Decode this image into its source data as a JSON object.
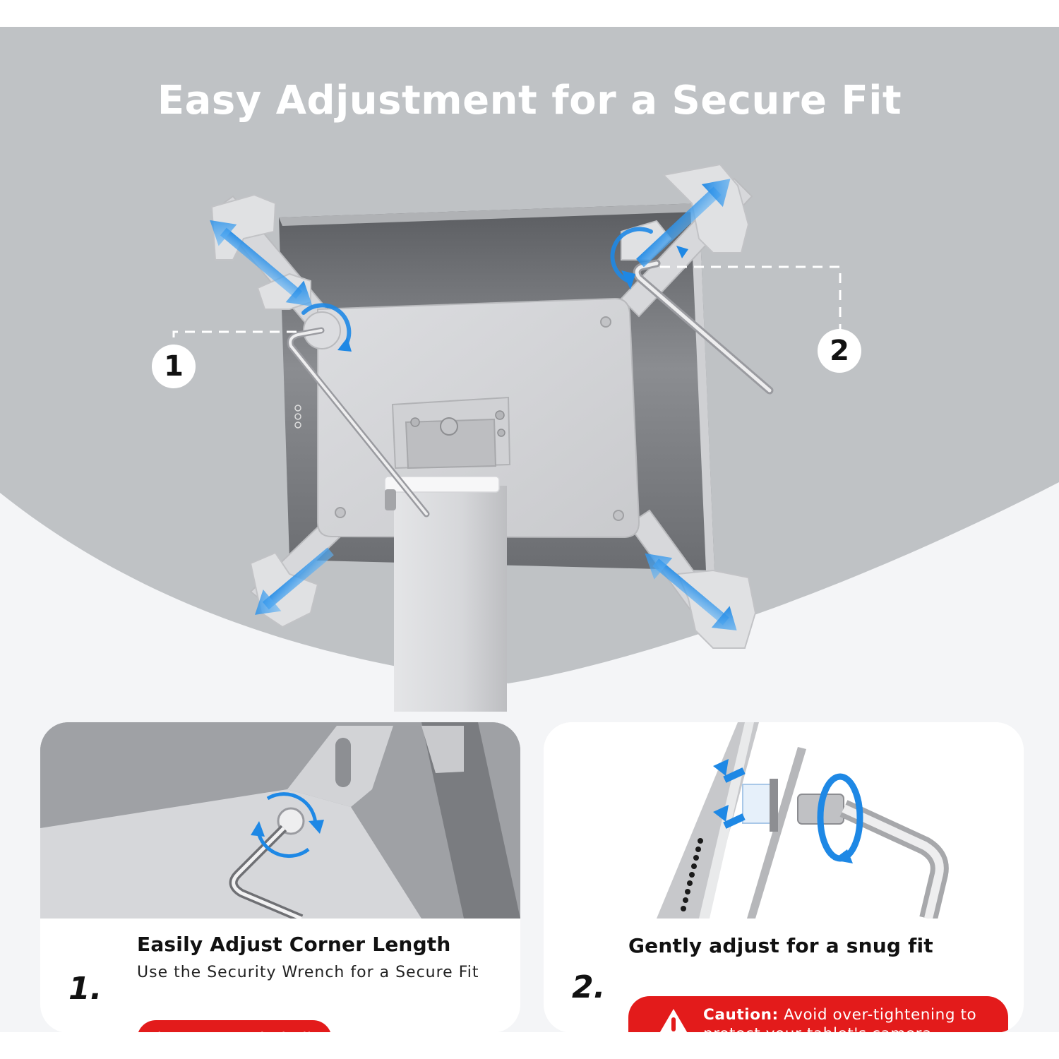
{
  "hero": {
    "title": "Easy Adjustment for a Secure Fit",
    "callouts": [
      {
        "number": "1"
      },
      {
        "number": "2"
      }
    ]
  },
  "steps": [
    {
      "number": "1.",
      "heading": "Easily Adjust Corner Length",
      "subtext": "Use the Security Wrench for a Secure Fit",
      "badge": "(No Keys Included)"
    },
    {
      "number": "2.",
      "heading": "Gently adjust for a snug fit",
      "caution_label": "Caution:",
      "caution_text_line1": " Avoid over-tightening to",
      "caution_text_line2": "protect your tablet's camera."
    }
  ],
  "colors": {
    "background_gray": "#bfc2c5",
    "page_light": "#f4f5f7",
    "accent_blue": "#1e88e5",
    "caution_red": "#e31b1b",
    "metal_silver": "#d4d5d8",
    "tablet_dark": "#6f7174"
  },
  "icons": {
    "warning": "warning-triangle-icon",
    "rotate": "rotate-arrow-icon",
    "extend": "double-arrow-icon"
  }
}
